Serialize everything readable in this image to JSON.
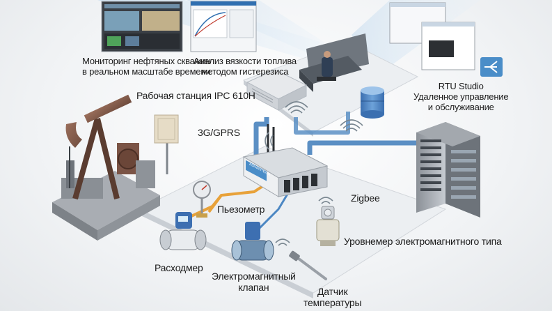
{
  "labels": {
    "monitoring": [
      "Мониторинг нефтяных скважин",
      "в реальном масштабе времени"
    ],
    "viscosity": [
      "Анализ вязкости топлива",
      "методом гистерезиса"
    ],
    "workstation": "Рабочая станция IPC 610H",
    "rtu": [
      "RTU Studio",
      "Удаленное управление",
      "и обслуживание"
    ],
    "gprs": "3G/GPRS",
    "zigbee": "Zigbee",
    "piezometer": "Пьезометр",
    "level_gauge": "Уровнемер электромагнитного типа",
    "flowmeter": "Расходмер",
    "valve": [
      "Электромагнитный",
      "клапан"
    ],
    "temp_sensor": [
      "Датчик",
      "температуры"
    ]
  },
  "device_brand": "ADVANTECH",
  "icons": {
    "rtu_app": "network-hub-icon",
    "wireless": "wifi-signal-icon"
  },
  "colors": {
    "ethernet_cable": "#5b8fc4",
    "signal_cable": "#e8a23a",
    "rtu_tile": "#4a8dc8",
    "platform": "#eceff2"
  }
}
